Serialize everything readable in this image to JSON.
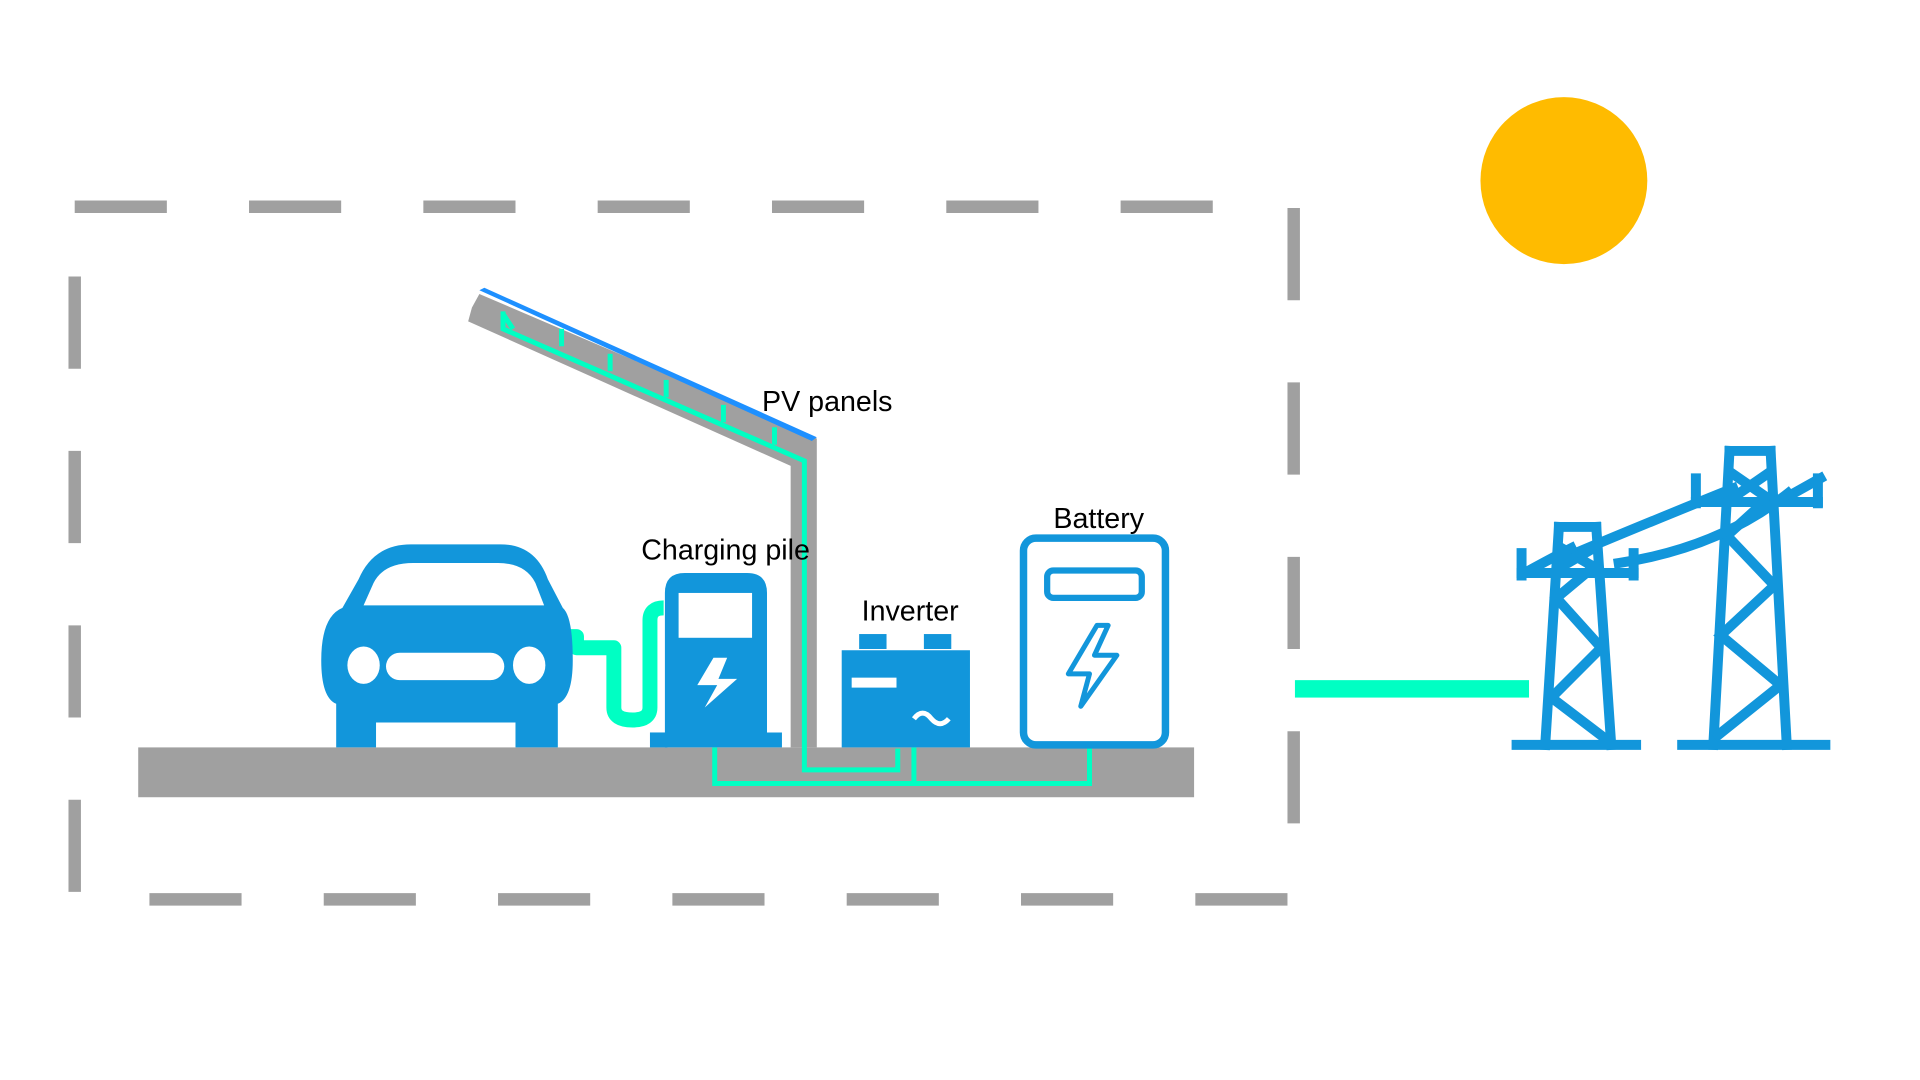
{
  "labels": {
    "pv_panels": "PV panels",
    "charging_pile": "Charging pile",
    "inverter": "Inverter",
    "battery": "Battery"
  },
  "icons": {
    "car": "car-icon",
    "charging_pile": "charging-pile-icon",
    "inverter": "inverter-icon",
    "battery": "battery-icon",
    "sun": "sun-icon",
    "pylon": "transmission-tower-icon"
  },
  "colors": {
    "device_blue": "#1296db",
    "panel_blue": "#1e90ff",
    "wire_green": "#00ffc3",
    "ground_gray": "#a0a0a0",
    "sun_yellow": "#ffbb00"
  }
}
